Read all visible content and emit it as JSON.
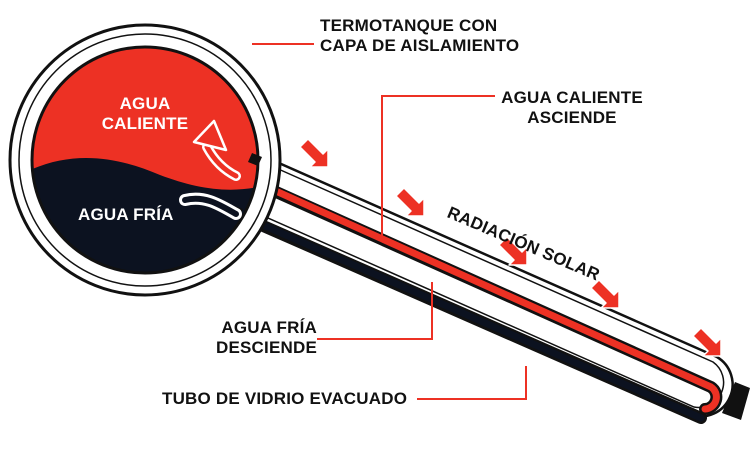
{
  "labels": {
    "tank_line1": "TERMOTANQUE CON",
    "tank_line2": "CAPA DE AISLAMIENTO",
    "hot_line1": "AGUA",
    "hot_line2": "CALIENTE",
    "cold": "AGUA FRÍA",
    "hot_rises_line1": "AGUA CALIENTE",
    "hot_rises_line2": "ASCIENDE",
    "radiation": "RADIACIÓN SOLAR",
    "cold_descends_line1": "AGUA FRÍA",
    "cold_descends_line2": "DESCIENDE",
    "tube": "TUBO DE VIDRIO EVACUADO"
  },
  "colors": {
    "hot": "#ed3124",
    "cold": "#0c1220",
    "outline": "#111111",
    "arrow": "#ed3124"
  }
}
